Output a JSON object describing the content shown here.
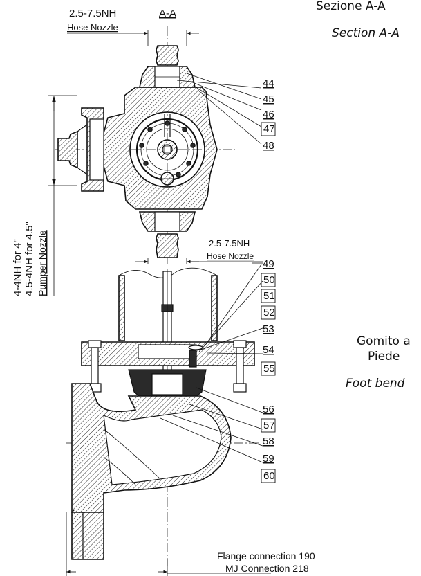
{
  "section_labels": {
    "top_it": "Sezione A-A",
    "top_en": "Section A-A",
    "bottom_it_line1": "Gomito a",
    "bottom_it_line2": "Piede",
    "bottom_en": "Foot bend"
  },
  "dimensions": {
    "hose_top_thread": "2.5-7.5NH",
    "hose_top_name": "Hose Nozzle",
    "section_marker": "A-A",
    "hose_bottom_thread": "2.5-7.5NH",
    "hose_bottom_name": "Hose Nozzle",
    "pumper_line1": "4-4NH for 4\"",
    "pumper_line2": "4.5-4NH for 4.5\"",
    "pumper_line3": "Pumper Nozzle",
    "flange": "Flange connection 190",
    "mj": "MJ Connection 218"
  },
  "part_numbers": {
    "p44": "44",
    "p45": "45",
    "p46": "46",
    "p47": "47",
    "p48": "48",
    "p49": "49",
    "p50": "50",
    "p51": "51",
    "p52": "52",
    "p53": "53",
    "p54": "54",
    "p55": "55",
    "p56": "56",
    "p57": "57",
    "p58": "58",
    "p59": "59",
    "p60": "60"
  }
}
